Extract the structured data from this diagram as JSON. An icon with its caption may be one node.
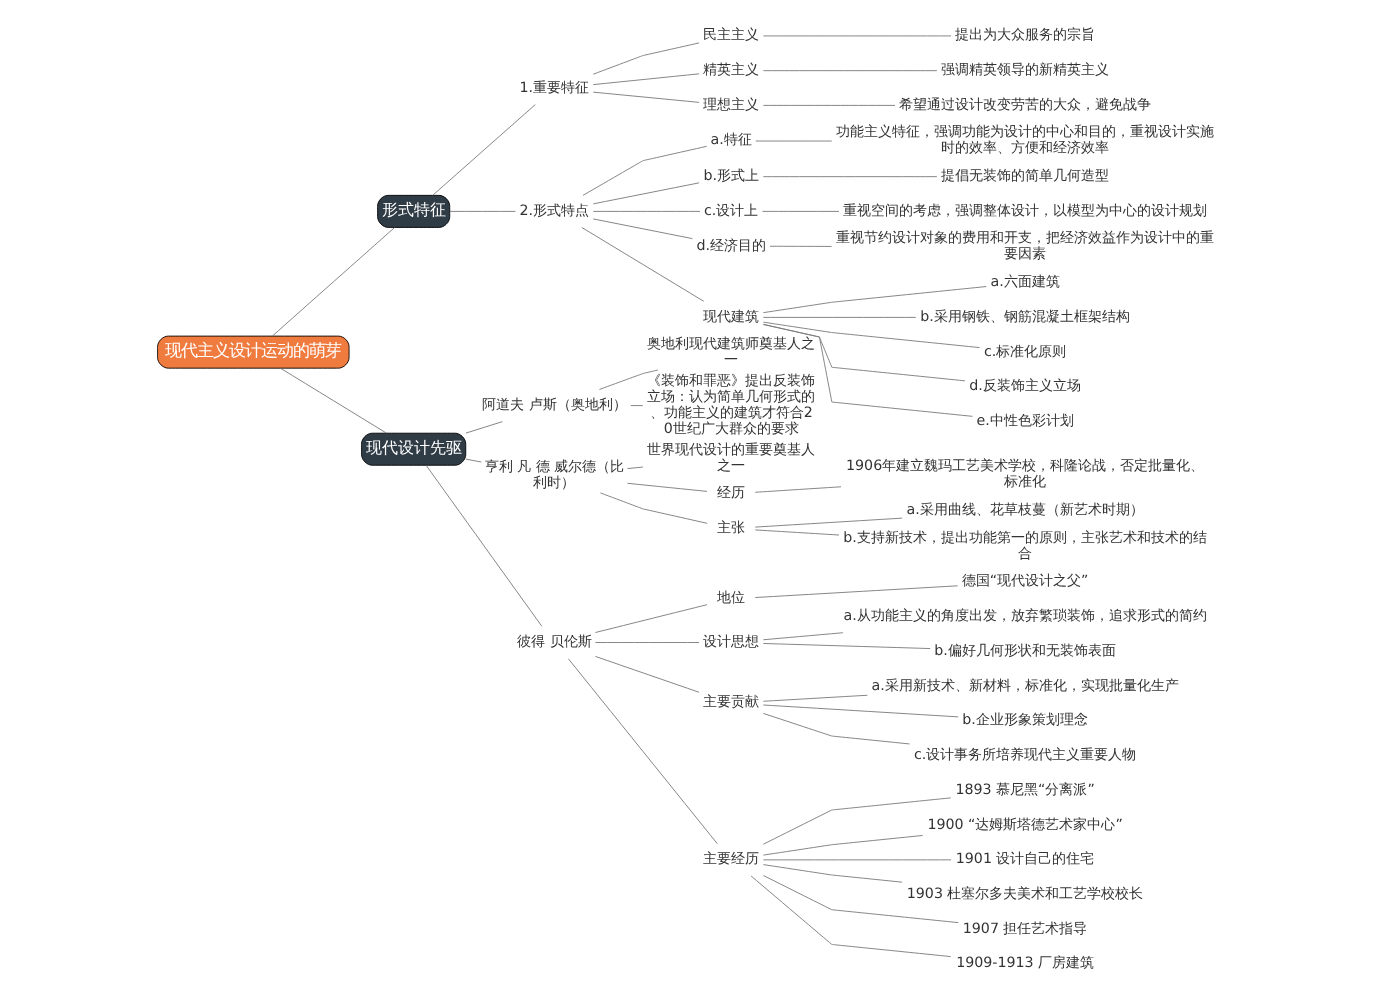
{
  "diagram": {
    "nodes": [
      {
        "text": [
          "现代主义设计运动的萌芽"
        ]
      },
      {
        "text": [
          "形式特征"
        ]
      },
      {
        "text": [
          "1.重要特征"
        ]
      },
      {
        "text": [
          "民主主义"
        ]
      },
      {
        "text": [
          "提出为大众服务的宗旨"
        ]
      },
      {
        "text": [
          "精英主义"
        ]
      },
      {
        "text": [
          "强调精英领导的新精英主义"
        ]
      },
      {
        "text": [
          "理想主义"
        ]
      },
      {
        "text": [
          "希望通过设计改变劳苦的大众，避免战争"
        ]
      },
      {
        "text": [
          "2.形式特点"
        ]
      },
      {
        "text": [
          "a.特征"
        ]
      },
      {
        "text": [
          "功能主义特征，强调功能为设计的中心和目的，重视设计实施时的效率、方便和经济效率"
        ]
      },
      {
        "text": [
          "b.形式上"
        ]
      },
      {
        "text": [
          "提倡无装饰的简单几何造型"
        ]
      },
      {
        "text": [
          "c.设计上"
        ]
      },
      {
        "text": [
          "重视空间的考虑，强调整体设计，以模型为中心的设计规划"
        ]
      },
      {
        "text": [
          "d.经济目的"
        ]
      },
      {
        "text": [
          "重视节约设计对象的费用和开支，把经济效益作为设计中的重要因素"
        ]
      },
      {
        "text": [
          "现代建筑"
        ]
      },
      {
        "text": [
          "a.六面建筑"
        ]
      },
      {
        "text": [
          "b.采用钢铁、钢筋混凝土框架结构"
        ]
      },
      {
        "text": [
          "c.标准化原则"
        ]
      },
      {
        "text": [
          "d.反装饰主义立场"
        ]
      },
      {
        "text": [
          "e.中性色彩计划"
        ]
      },
      {
        "text": [
          "现代设计先驱"
        ]
      },
      {
        "text": [
          "阿道夫 卢斯（奥地利）"
        ]
      },
      {
        "text": [
          "奥地利现代建筑师奠基人之一"
        ]
      },
      {
        "text": [
          "《装饰和罪恶》提出反装饰立场：认为简单几何形式的、功能主义的建筑才符合20世纪广大群众的要求"
        ]
      },
      {
        "text": [
          "亨利 凡 德 威尔德（比利时）"
        ]
      },
      {
        "text": [
          "世界现代设计的重要奠基人之一"
        ]
      },
      {
        "text": [
          "经历"
        ]
      },
      {
        "text": [
          "1906年建立魏玛工艺美术学校，科隆论战，否定批量化、标准化"
        ]
      },
      {
        "text": [
          "主张"
        ]
      },
      {
        "text": [
          "a.采用曲线、花草枝蔓（新艺术时期）"
        ]
      },
      {
        "text": [
          "b.支持新技术，提出功能第一的原则，主张艺术和技术的结合"
        ]
      },
      {
        "text": [
          "彼得 贝伦斯"
        ]
      },
      {
        "text": [
          "地位"
        ]
      },
      {
        "text": [
          "德国“现代设计之父”"
        ]
      },
      {
        "text": [
          "设计思想"
        ]
      },
      {
        "text": [
          "a.从功能主义的角度出发，放弃繁琐装饰，追求形式的简约"
        ]
      },
      {
        "text": [
          "b.偏好几何形状和无装饰表面"
        ]
      },
      {
        "text": [
          "主要贡献"
        ]
      },
      {
        "text": [
          "a.采用新技术、新材料，标准化，实现批量化生产"
        ]
      },
      {
        "text": [
          "b.企业形象策划理念"
        ]
      },
      {
        "text": [
          "c.设计事务所培养现代主义重要人物"
        ]
      },
      {
        "text": [
          "主要经历"
        ]
      },
      {
        "text": [
          "1893 慕尼黑“分离派”"
        ]
      },
      {
        "text": [
          "1900 “达姆斯塔德艺术家中心”"
        ]
      },
      {
        "text": [
          "1901 设计自己的住宅"
        ]
      },
      {
        "text": [
          "1903 杜塞尔多夫美术和工艺学校校长"
        ]
      },
      {
        "text": [
          "1907 担任艺术指导"
        ]
      },
      {
        "text": [
          "1909-1913 厂房建筑"
        ]
      }
    ],
    "edges": [
      {
        "from": 0,
        "to": 1,
        "arrow": "none"
      },
      {
        "from": 1,
        "to": 2,
        "arrow": "none"
      },
      {
        "from": 2,
        "to": 3,
        "arrow": "none"
      },
      {
        "from": 3,
        "to": 4,
        "arrow": "none"
      },
      {
        "from": 2,
        "to": 5,
        "arrow": "none"
      },
      {
        "from": 5,
        "to": 6,
        "arrow": "none"
      },
      {
        "from": 2,
        "to": 7,
        "arrow": "none"
      },
      {
        "from": 7,
        "to": 8,
        "arrow": "none"
      },
      {
        "from": 1,
        "to": 9,
        "arrow": "none"
      },
      {
        "from": 9,
        "to": 10,
        "arrow": "none"
      },
      {
        "from": 10,
        "to": 11,
        "arrow": "none"
      },
      {
        "from": 9,
        "to": 12,
        "arrow": "none"
      },
      {
        "from": 12,
        "to": 13,
        "arrow": "none"
      },
      {
        "from": 9,
        "to": 14,
        "arrow": "none"
      },
      {
        "from": 14,
        "to": 15,
        "arrow": "none"
      },
      {
        "from": 9,
        "to": 16,
        "arrow": "none"
      },
      {
        "from": 16,
        "to": 17,
        "arrow": "none"
      },
      {
        "from": 9,
        "to": 18,
        "arrow": "none"
      },
      {
        "from": 18,
        "to": 19,
        "arrow": "none"
      },
      {
        "from": 18,
        "to": 20,
        "arrow": "none"
      },
      {
        "from": 18,
        "to": 21,
        "arrow": "none"
      },
      {
        "from": 18,
        "to": 22,
        "arrow": "none"
      },
      {
        "from": 18,
        "to": 23,
        "arrow": "none"
      },
      {
        "from": 0,
        "to": 24,
        "arrow": "none"
      },
      {
        "from": 24,
        "to": 25,
        "arrow": "none"
      },
      {
        "from": 25,
        "to": 26,
        "arrow": "none"
      },
      {
        "from": 25,
        "to": 27,
        "arrow": "none"
      },
      {
        "from": 24,
        "to": 28,
        "arrow": "none"
      },
      {
        "from": 28,
        "to": 29,
        "arrow": "none"
      },
      {
        "from": 28,
        "to": 30,
        "arrow": "none"
      },
      {
        "from": 30,
        "to": 31,
        "arrow": "none"
      },
      {
        "from": 28,
        "to": 32,
        "arrow": "none"
      },
      {
        "from": 32,
        "to": 33,
        "arrow": "none"
      },
      {
        "from": 32,
        "to": 34,
        "arrow": "none"
      },
      {
        "from": 24,
        "to": 35,
        "arrow": "none"
      },
      {
        "from": 35,
        "to": 36,
        "arrow": "none"
      },
      {
        "from": 36,
        "to": 37,
        "arrow": "none"
      },
      {
        "from": 35,
        "to": 38,
        "arrow": "none"
      },
      {
        "from": 38,
        "to": 39,
        "arrow": "none"
      },
      {
        "from": 38,
        "to": 40,
        "arrow": "none"
      },
      {
        "from": 35,
        "to": 41,
        "arrow": "none"
      },
      {
        "from": 41,
        "to": 42,
        "arrow": "none"
      },
      {
        "from": 41,
        "to": 43,
        "arrow": "none"
      },
      {
        "from": 41,
        "to": 44,
        "arrow": "none"
      },
      {
        "from": 35,
        "to": 45,
        "arrow": "none"
      },
      {
        "from": 45,
        "to": 46,
        "arrow": "none"
      },
      {
        "from": 45,
        "to": 47,
        "arrow": "none"
      },
      {
        "from": 45,
        "to": 48,
        "arrow": "none"
      },
      {
        "from": 45,
        "to": 49,
        "arrow": "none"
      },
      {
        "from": 45,
        "to": 50,
        "arrow": "none"
      },
      {
        "from": 45,
        "to": 51,
        "arrow": "none"
      }
    ]
  }
}
